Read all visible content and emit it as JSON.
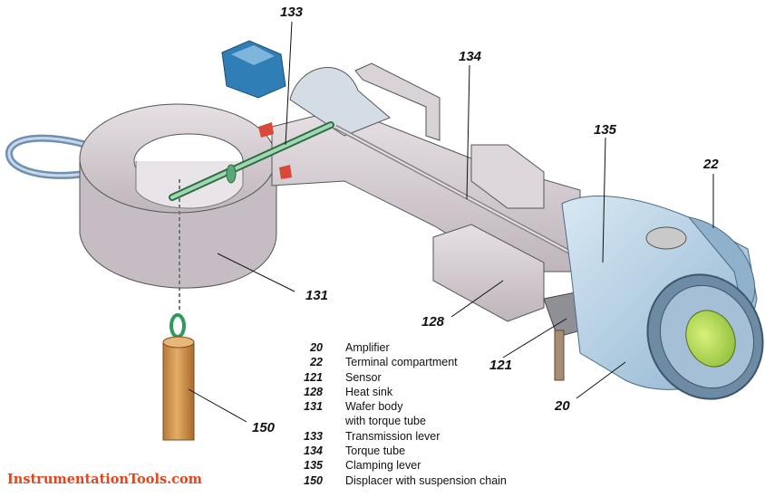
{
  "callouts": {
    "c133": "133",
    "c134": "134",
    "c135": "135",
    "c22": "22",
    "c131": "131",
    "c128": "128",
    "c121": "121",
    "c20": "20",
    "c150": "150"
  },
  "legend": [
    {
      "num": "20",
      "label": "Amplifier"
    },
    {
      "num": "22",
      "label": "Terminal compartment"
    },
    {
      "num": "121",
      "label": "Sensor"
    },
    {
      "num": "128",
      "label": "Heat sink"
    },
    {
      "num": "131",
      "label": "Wafer body",
      "label2": "with torque tube"
    },
    {
      "num": "133",
      "label": "Transmission lever"
    },
    {
      "num": "134",
      "label": "Torque tube"
    },
    {
      "num": "135",
      "label": "Clamping lever"
    },
    {
      "num": "150",
      "label": "Displacer with suspension chain"
    }
  ],
  "watermark": "InstrumentationTools.com",
  "colors": {
    "body_grey": "#d7cfd5",
    "body_shadow": "#b9afb6",
    "transmitter_blue": "#a9c8df",
    "connector_blue": "#2f7fb6",
    "displacer_wood": "#d59a52",
    "lever_green": "#8cc7a0",
    "watermark": "#e8431a"
  }
}
